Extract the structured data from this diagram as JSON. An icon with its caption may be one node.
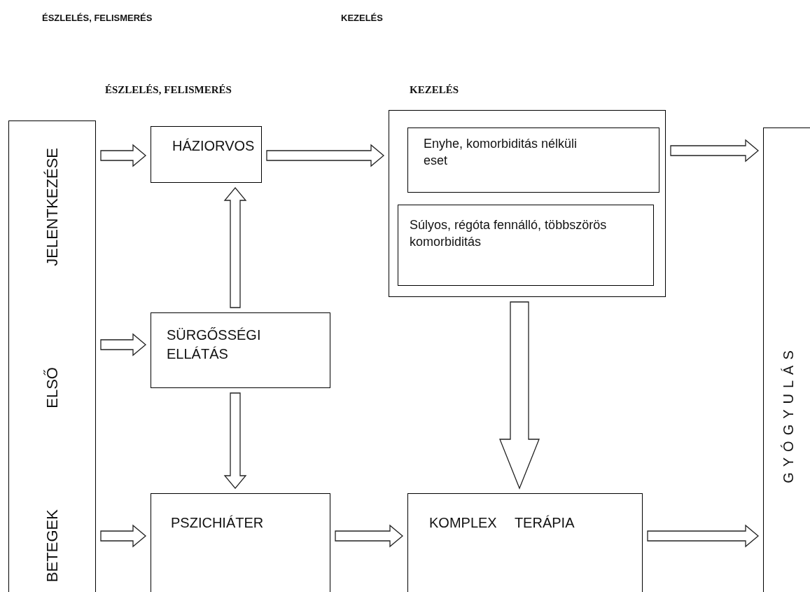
{
  "diagram": {
    "nodes": [
      {
        "text": [
          "BETEGEK ELSŐ JELENTKEZÉSE"
        ]
      },
      {
        "text": [
          "HÁZIORVOS"
        ]
      },
      {
        "text": [],
        "shape": "box"
      },
      {
        "text": [
          "Enyhe, komorbiditás nélküli eset"
        ],
        "in": 2
      },
      {
        "text": [
          "Súlyos, régóta fennálló, többszörös komorbiditás"
        ],
        "in": 2
      },
      {
        "text": [
          "SÜRGŐSSÉGI ELLÁTÁS"
        ]
      },
      {
        "text": [
          "PSZICHIÁTER"
        ]
      },
      {
        "text": [
          "KOMPLEX TERÁPIA"
        ]
      },
      {
        "text": [
          "GYÓGYULÁS"
        ]
      }
    ],
    "edges": [
      {
        "from": 0,
        "to": 1,
        "arrow": "to"
      },
      {
        "from": 1,
        "to": 2,
        "arrow": "to"
      },
      {
        "from": 2,
        "to": 8,
        "arrow": "to"
      },
      {
        "from": 5,
        "to": 1,
        "arrow": "to"
      },
      {
        "from": 0,
        "to": 5,
        "arrow": "to"
      },
      {
        "from": 5,
        "to": 6,
        "arrow": "to"
      },
      {
        "from": 2,
        "to": 7,
        "arrow": "to",
        "style": "thick"
      },
      {
        "from": 0,
        "to": 6,
        "arrow": "to"
      },
      {
        "from": 6,
        "to": 7,
        "arrow": "to"
      },
      {
        "from": 7,
        "to": 8,
        "arrow": "to"
      }
    ],
    "labels": [
      "ÉSZLELÉS, FELISMERÉS",
      "KEZELÉS",
      "ÉSZLELÉS, FELISMERÉS",
      "KEZELÉS"
    ]
  }
}
